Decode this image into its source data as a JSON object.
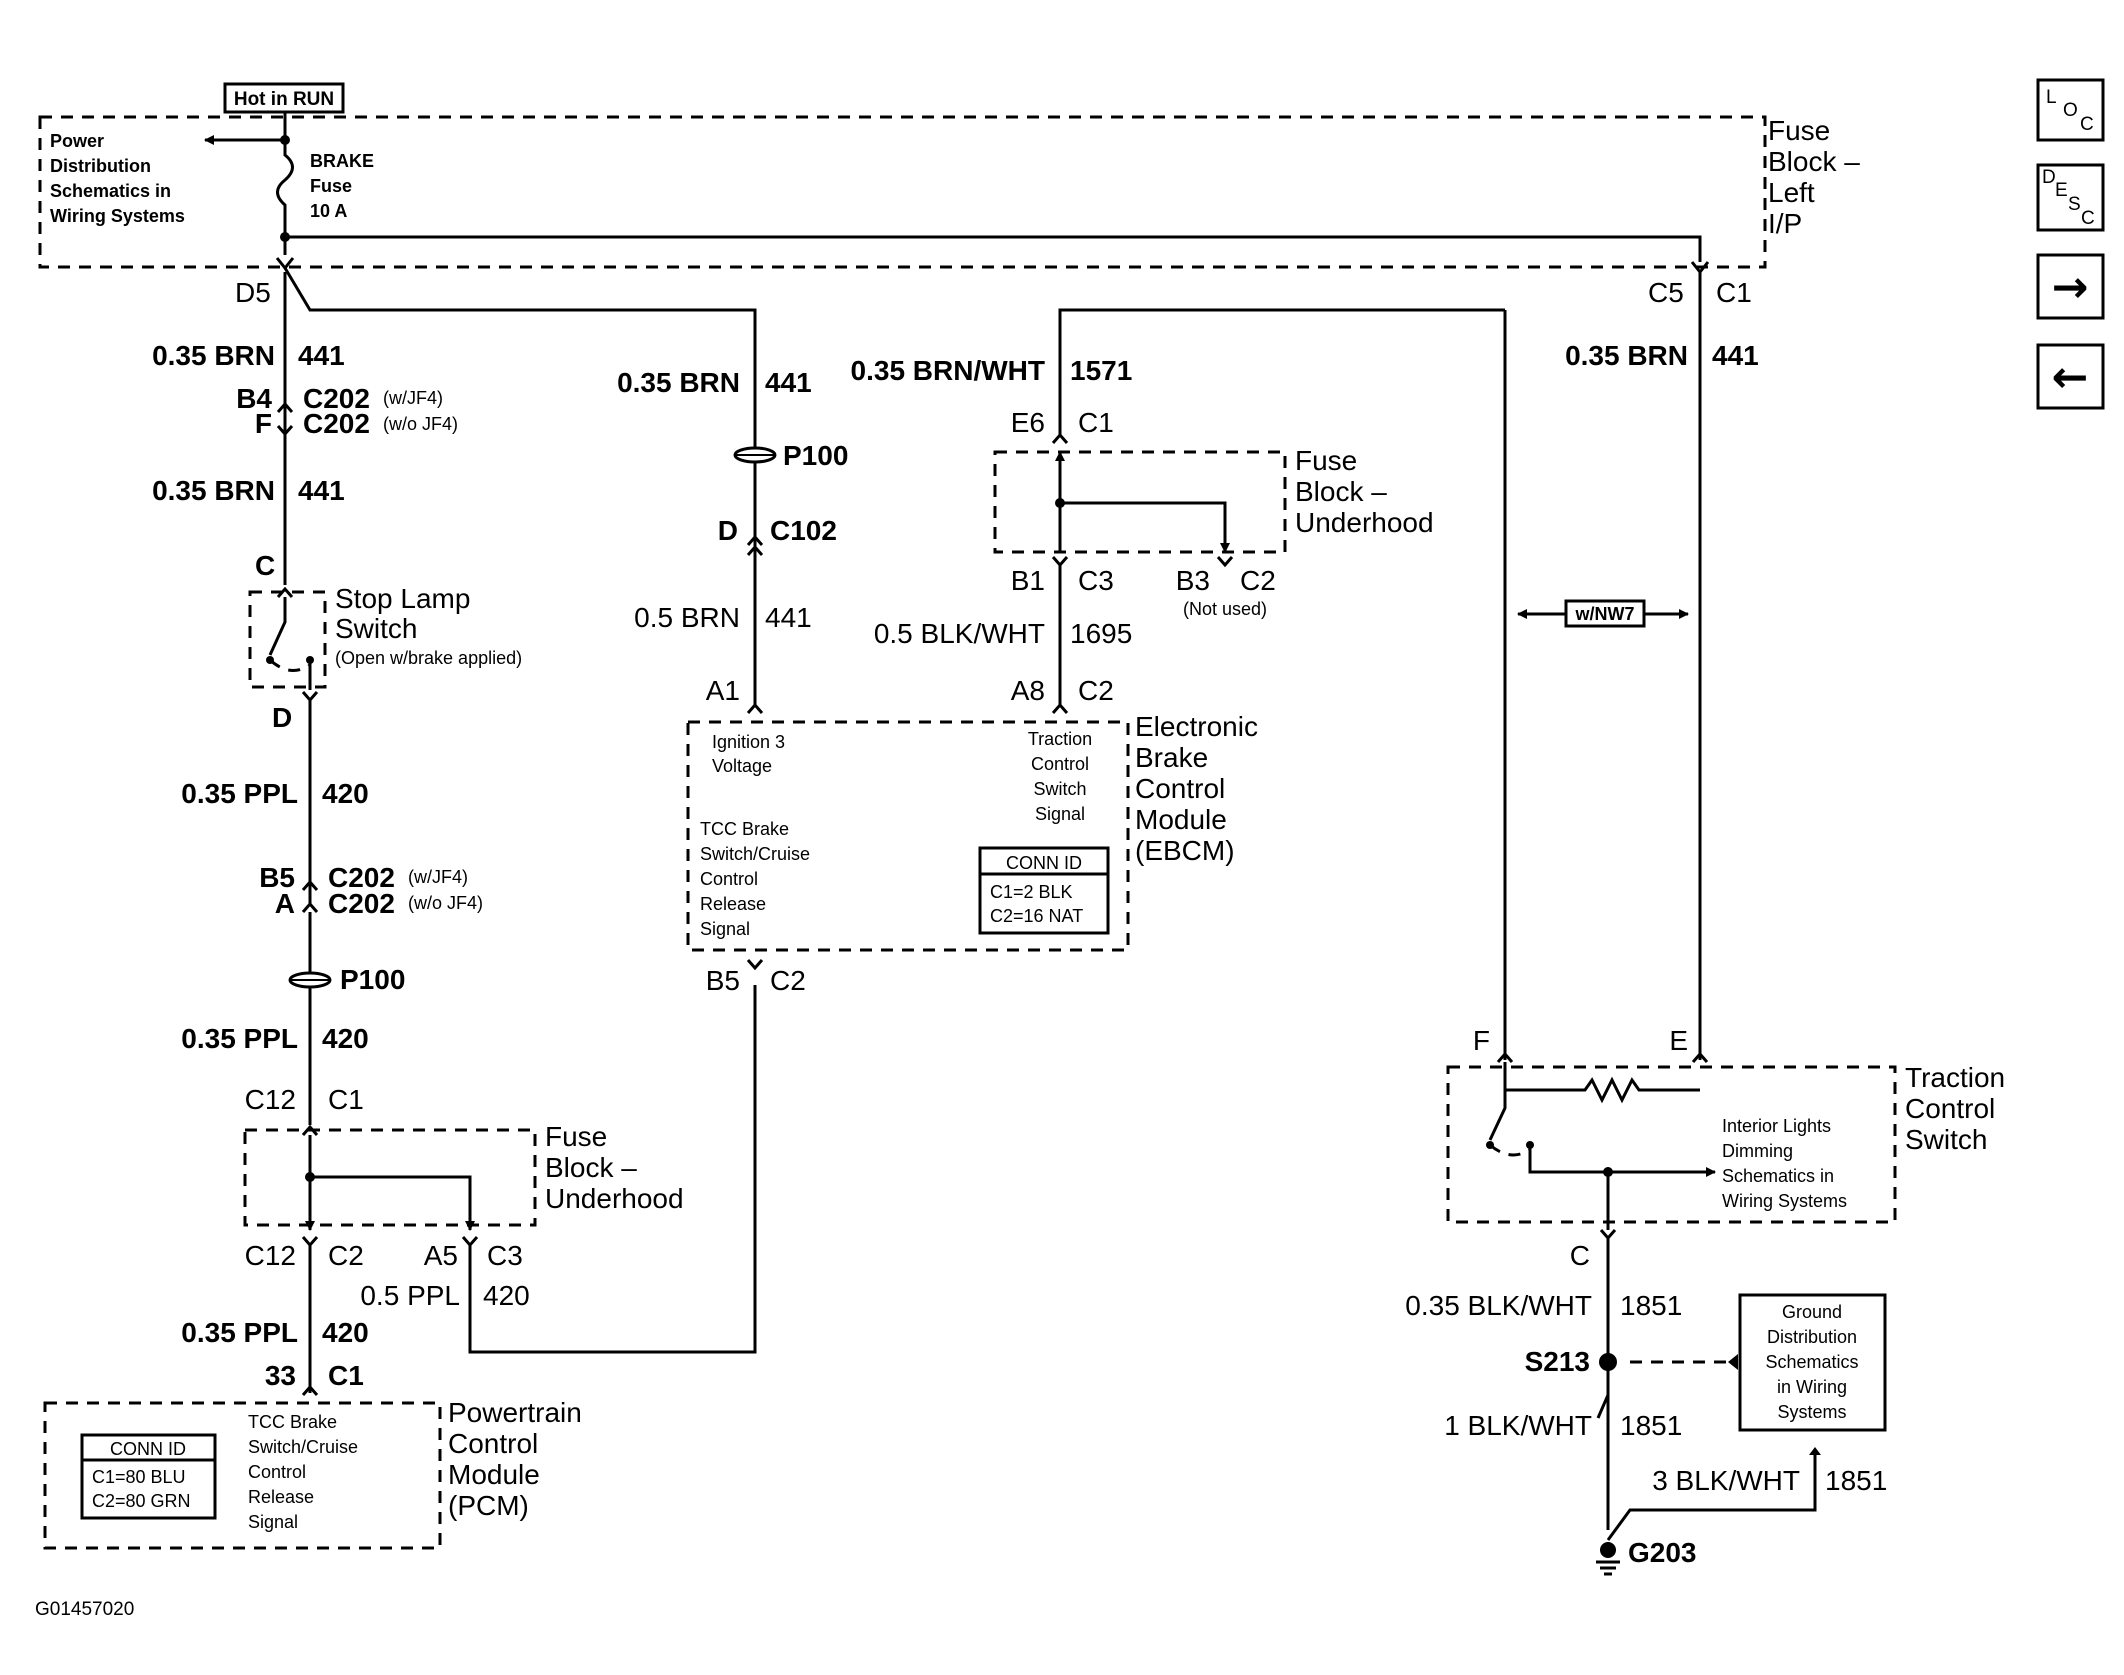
{
  "hot_in_run": "Hot in RUN",
  "fuse_block_lip": [
    "Fuse",
    "Block –",
    "Left",
    "I/P"
  ],
  "power_dist": [
    "Power",
    "Distribution",
    "Schematics in",
    "Wiring Systems"
  ],
  "brake_fuse": [
    "BRAKE",
    "Fuse",
    "10 A"
  ],
  "d5": "D5",
  "c5": "C5",
  "c1_top": "C1",
  "w1_gauge": "0.35 BRN",
  "w1_circ": "441",
  "c202_b4": "B4",
  "c202_b4_conn": "C202",
  "c202_b4_note": "(w/JF4)",
  "c202_f": "F",
  "c202_f_conn": "C202",
  "c202_f_note": "(w/o JF4)",
  "w2_gauge": "0.35 BRN",
  "w2_circ": "441",
  "stop_c": "C",
  "stop_lamp": [
    "Stop Lamp",
    "Switch"
  ],
  "stop_lamp_note": "(Open w/brake applied)",
  "stop_d": "D",
  "w3_gauge": "0.35 PPL",
  "w3_circ": "420",
  "c202_b5": "B5",
  "c202_b5_conn": "C202",
  "c202_b5_note": "(w/JF4)",
  "c202_a": "A",
  "c202_a_conn": "C202",
  "c202_a_note": "(w/o JF4)",
  "p100_left": "P100",
  "w4_gauge": "0.35 PPL",
  "w4_circ": "420",
  "fbu1_c12": "C12",
  "fbu1_c1": "C1",
  "fbu1_title": [
    "Fuse",
    "Block –",
    "Underhood"
  ],
  "fbu1_c12b": "C12",
  "fbu1_c2": "C2",
  "fbu1_a5": "A5",
  "fbu1_c3": "C3",
  "w5_gauge": "0.5 PPL",
  "w5_circ": "420",
  "w6_gauge": "0.35 PPL",
  "w6_circ": "420",
  "pcm_33": "33",
  "pcm_c1": "C1",
  "pcm_conn_title": "CONN ID",
  "pcm_conn_1": "C1=80 BLU",
  "pcm_conn_2": "C2=80 GRN",
  "pcm_signal": [
    "TCC Brake",
    "Switch/Cruise",
    "Control",
    "Release",
    "Signal"
  ],
  "pcm_title": [
    "Powertrain",
    "Control",
    "Module",
    "(PCM)"
  ],
  "w7_gauge": "0.35 BRN",
  "w7_circ": "441",
  "p100_mid": "P100",
  "c102_d": "D",
  "c102": "C102",
  "w8_gauge": "0.5 BRN",
  "w8_circ": "441",
  "w9_gauge": "0.35 BRN/WHT",
  "w9_circ": "1571",
  "fbu2_e6": "E6",
  "fbu2_c1": "C1",
  "fbu2_title": [
    "Fuse",
    "Block –",
    "Underhood"
  ],
  "fbu2_b1": "B1",
  "fbu2_c3": "C3",
  "fbu2_b3": "B3",
  "fbu2_c2": "C2",
  "not_used": "(Not used)",
  "w10_gauge": "0.5 BLK/WHT",
  "w10_circ": "1695",
  "ebcm_a1": "A1",
  "ebcm_a8": "A8",
  "ebcm_c2": "C2",
  "ebcm_ign": [
    "Ignition 3",
    "Voltage"
  ],
  "ebcm_tcs": [
    "Traction",
    "Control",
    "Switch",
    "Signal"
  ],
  "ebcm_tcc": [
    "TCC Brake",
    "Switch/Cruise",
    "Control",
    "Release",
    "Signal"
  ],
  "ebcm_conn_title": "CONN ID",
  "ebcm_conn_1": "C1=2 BLK",
  "ebcm_conn_2": "C2=16 NAT",
  "ebcm_title": [
    "Electronic",
    "Brake",
    "Control",
    "Module",
    "(EBCM)"
  ],
  "ebcm_b5": "B5",
  "ebcm_c2b": "C2",
  "w_nw7": "w/NW7",
  "w11_gauge": "0.35 BRN",
  "w11_circ": "441",
  "tcs_f": "F",
  "tcs_e": "E",
  "tcs_title": [
    "Traction",
    "Control",
    "Switch"
  ],
  "tcs_interior": [
    "Interior Lights",
    "Dimming",
    "Schematics in",
    "Wiring Systems"
  ],
  "tcs_c": "C",
  "w12_gauge": "0.35 BLK/WHT",
  "w12_circ": "1851",
  "s213": "S213",
  "ground_dist": [
    "Ground",
    "Distribution",
    "Schematics",
    "in Wiring",
    "Systems"
  ],
  "w13_gauge": "1 BLK/WHT",
  "w13_circ": "1851",
  "w14_gauge": "3 BLK/WHT",
  "w14_circ": "1851",
  "g203": "G203",
  "figure_id": "G01457020",
  "nav": {
    "loc": [
      "L",
      "O",
      "C"
    ],
    "desc": [
      "D",
      "E",
      "S",
      "C"
    ],
    "next": "→",
    "prev": "←"
  }
}
